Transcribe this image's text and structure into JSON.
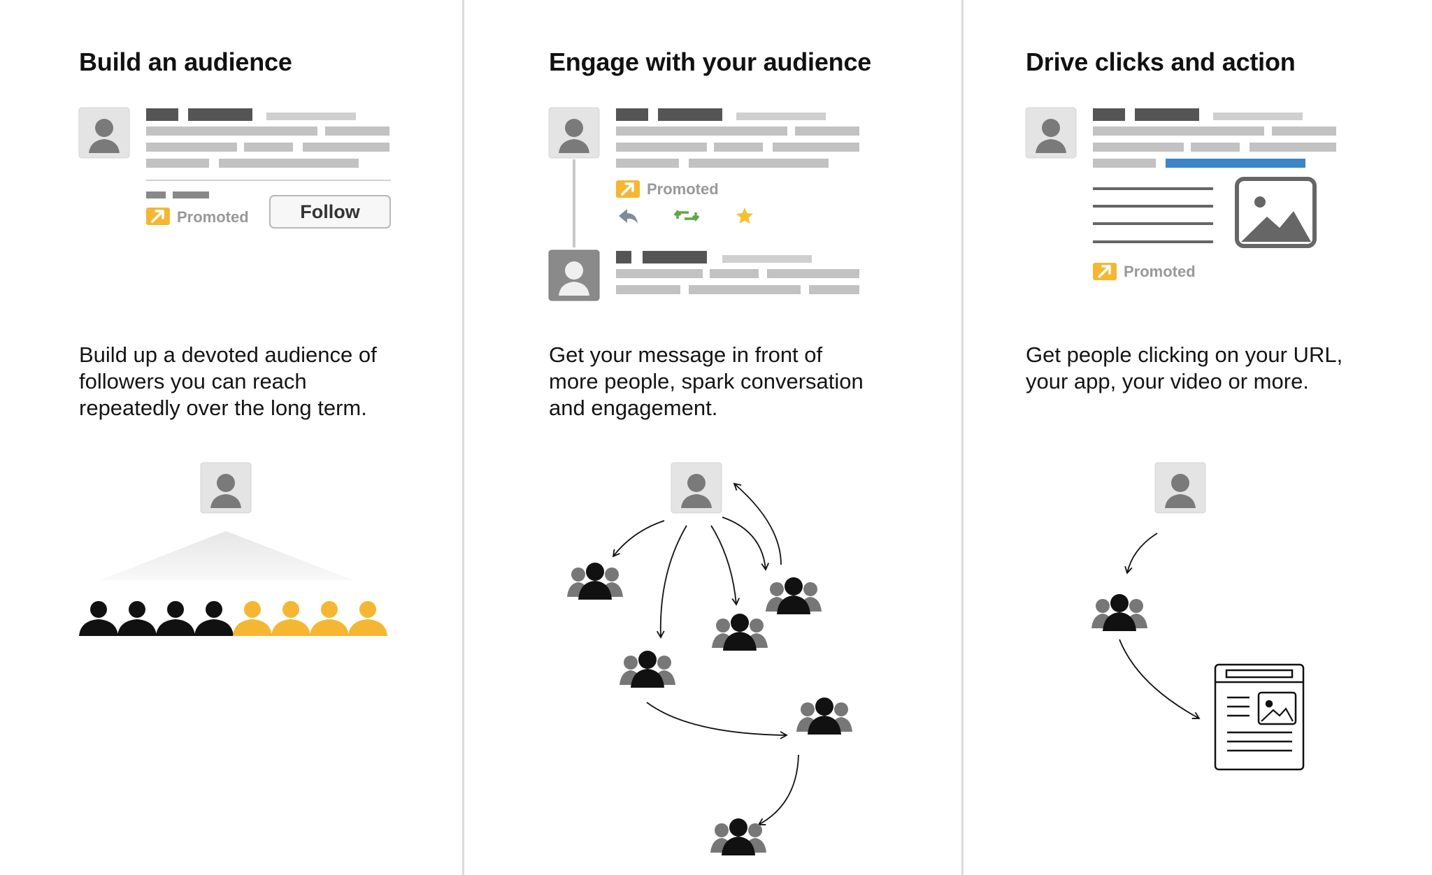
{
  "columns": [
    {
      "title": "Build an audience",
      "description": "Build up a devoted audience of followers you can reach repeatedly over the long term.",
      "promoted_label": "Promoted",
      "follow_label": "Follow"
    },
    {
      "title": "Engage with your audience",
      "description": "Get your message in front of more people, spark conversation and engagement.",
      "promoted_label": "Promoted"
    },
    {
      "title": "Drive clicks and action",
      "description": "Get people clicking on your URL, your app, your video or more.",
      "promoted_label": "Promoted"
    }
  ],
  "colors": {
    "background": "#ffffff",
    "divider": "#dcdcdc",
    "text": "#111111",
    "placeholder_dark": "#555555",
    "placeholder_light": "#c8c8c8",
    "avatar_bg": "#e4e4e4",
    "avatar_glyph": "#7a7a7a",
    "promoted_badge": "#f5b731",
    "promoted_text": "#999999",
    "link_bar": "#3d85c6",
    "reply_icon": "#7f8c99",
    "retweet_icon": "#5ea842",
    "favorite_icon": "#f5c12e",
    "audience_black": "#111111",
    "audience_orange": "#f5b731"
  },
  "icons": [
    "avatar-icon",
    "promoted-arrow-icon",
    "reply-icon",
    "retweet-icon",
    "favorite-star-icon",
    "image-icon",
    "group-icon",
    "webpage-icon"
  ]
}
